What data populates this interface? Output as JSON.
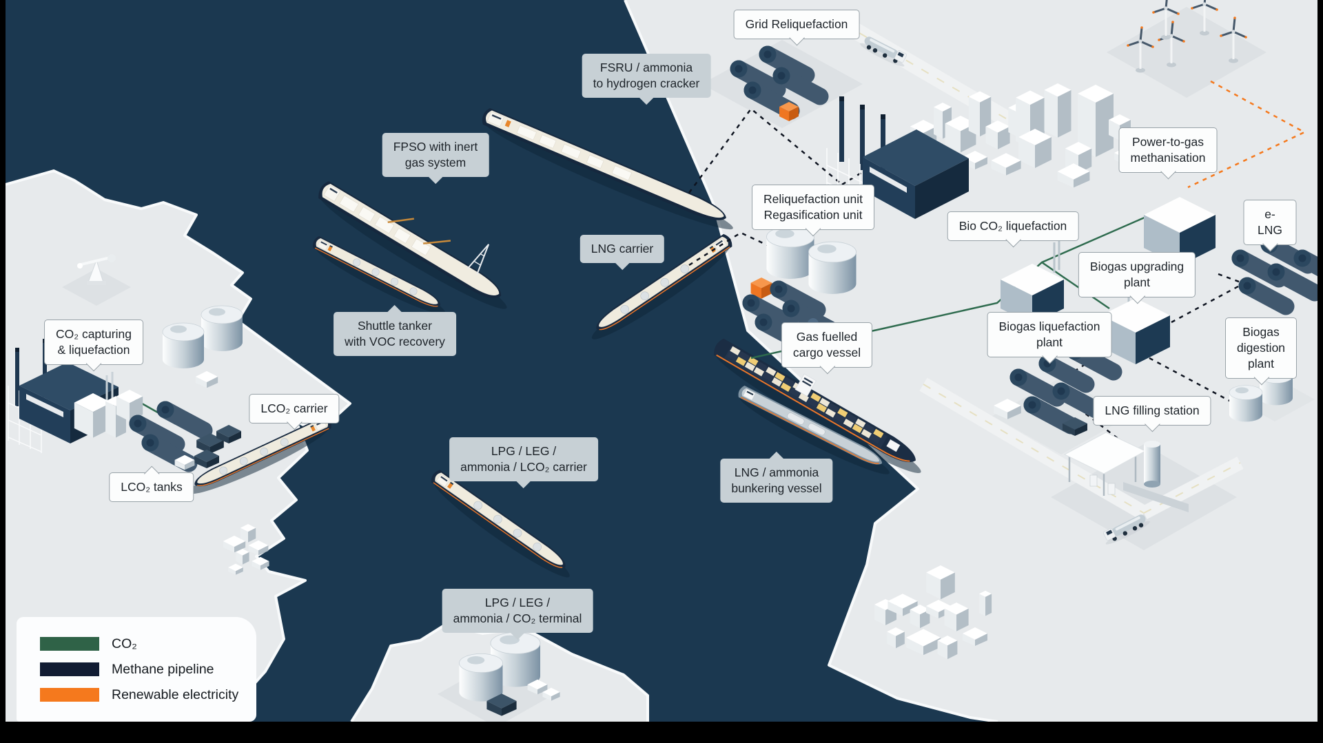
{
  "scene": {
    "sea_color": "#1B3850",
    "land_color": "#E7EAEC",
    "frame_color": "#000000",
    "callout_sea_bg": "#C7D0D5",
    "callout_land_bg": "#FCFDFD"
  },
  "flows": {
    "co2": {
      "label": "CO₂",
      "line_color": "#2E6B4E"
    },
    "methane": {
      "label": "Methane pipeline",
      "line_color": "#0E1420"
    },
    "electricity": {
      "label": "Renewable electricity",
      "line_color": "#F5791D"
    }
  },
  "legend": {
    "items": [
      {
        "label": "CO₂",
        "color": "#2F6247"
      },
      {
        "label": "Methane pipeline",
        "color": "#111C33"
      },
      {
        "label": "Renewable electricity",
        "color": "#F5791D"
      }
    ]
  },
  "callouts": {
    "grid_reliquefaction": {
      "text": "Grid Reliquefaction"
    },
    "fsru_cracker": {
      "text": "FSRU / ammonia\nto hydrogen cracker"
    },
    "fpso": {
      "text": "FPSO with inert\ngas system"
    },
    "shuttle_tanker": {
      "text": "Shuttle tanker\nwith VOC recovery"
    },
    "lng_carrier": {
      "text": "LNG carrier"
    },
    "reliq_regas": {
      "text": "Reliquefaction unit\nRegasification unit"
    },
    "power_to_gas": {
      "text": "Power-to-gas\nmethanisation"
    },
    "e_lng": {
      "text": "e-LNG"
    },
    "bio_co2": {
      "text": "Bio CO₂ liquefaction"
    },
    "biogas_upgrading": {
      "text": "Biogas upgrading\nplant"
    },
    "biogas_liquefaction": {
      "text": "Biogas liquefaction\nplant"
    },
    "biogas_digestion": {
      "text": "Biogas digestion\nplant"
    },
    "lng_filling": {
      "text": "LNG filling station"
    },
    "gas_fuelled": {
      "text": "Gas fuelled\ncargo vessel"
    },
    "bunkering": {
      "text": "LNG / ammonia\nbunkering vessel"
    },
    "co2_capturing": {
      "text": "CO₂ capturing\n& liquefaction"
    },
    "lco2_carrier": {
      "text": "LCO₂ carrier"
    },
    "lco2_tanks": {
      "text": "LCO₂ tanks"
    },
    "lpg_carrier": {
      "text": "LPG / LEG /\nammonia / LCO₂ carrier"
    },
    "lpg_terminal": {
      "text": "LPG / LEG /\nammonia / CO₂ terminal"
    }
  }
}
